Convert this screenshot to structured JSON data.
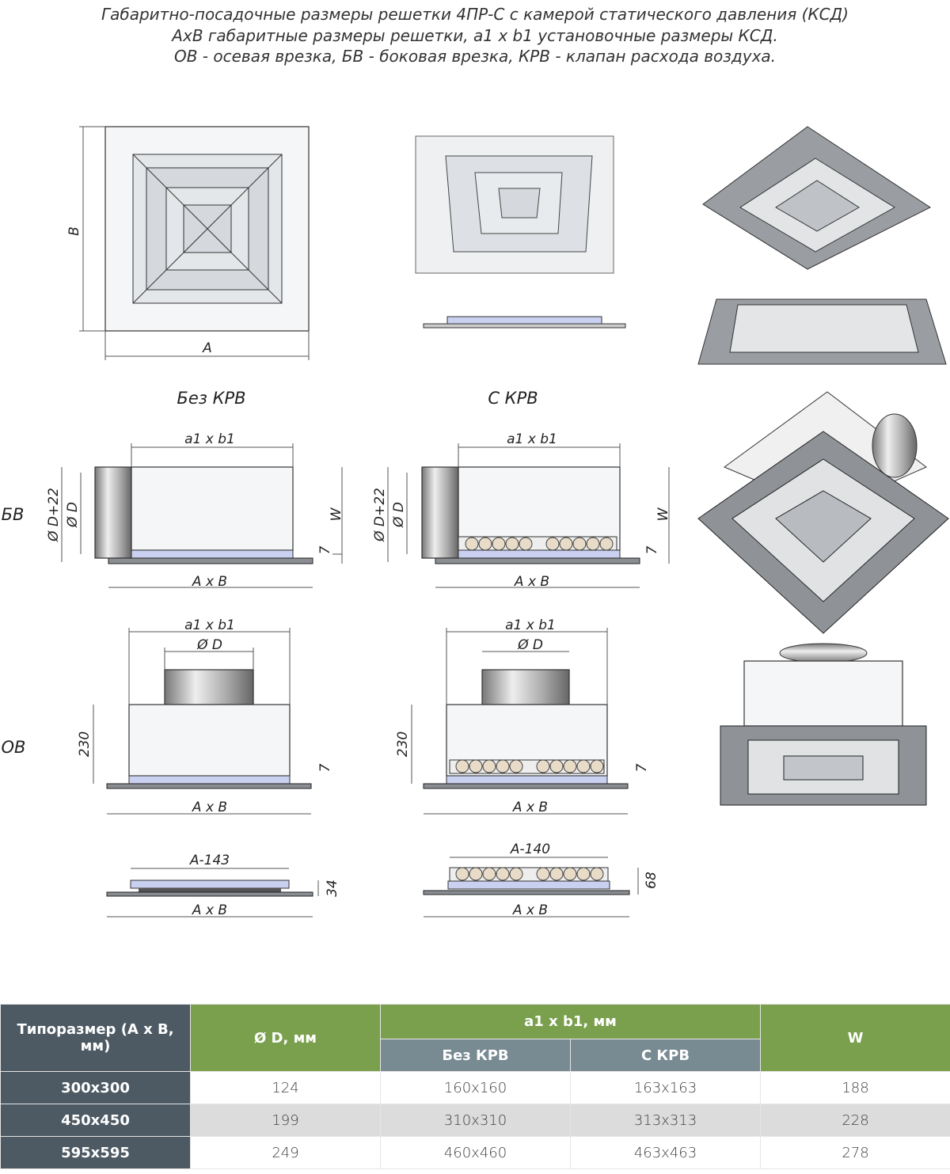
{
  "header": {
    "line1": "Габаритно-посадочные размеры решетки 4ПР-С с камерой статического давления (КСД)",
    "line2": "AxB габаритные размеры решетки, a1 x b1 установочные размеры КСД.",
    "line3": "ОВ - осевая врезка, БВ - боковая врезка, КРВ - клапан расхода воздуха."
  },
  "top_view": {
    "dim_a": "A",
    "dim_b": "B"
  },
  "columns": {
    "without_krv": "Без КРВ",
    "with_krv": "С КРВ"
  },
  "rows": {
    "bv": "БВ",
    "ov": "ОВ"
  },
  "bv_without": {
    "a1b1": "a1 x b1",
    "d22": "Ø D+22",
    "d": "Ø D",
    "w": "W",
    "seven": "7",
    "axb": "A x B"
  },
  "bv_with": {
    "a1b1": "a1 x b1",
    "d22": "Ø D+22",
    "d": "Ø D",
    "w": "W",
    "seven": "7",
    "axb": "A x B"
  },
  "ov_without": {
    "a1b1": "a1 x b1",
    "d": "Ø D",
    "h": "230",
    "seven": "7",
    "axb": "A x B"
  },
  "ov_with": {
    "a1b1": "a1 x b1",
    "d": "Ø D",
    "h": "230",
    "seven": "7",
    "axb": "A x B"
  },
  "flat_without": {
    "inner": "A-143",
    "h": "34",
    "axb": "A x B"
  },
  "flat_with": {
    "inner": "A-140",
    "h": "68",
    "axb": "A x B"
  },
  "table": {
    "headers": {
      "size": "Типоразмер (A x B, мм)",
      "d": "Ø D, мм",
      "a1b1": "a1 x b1, мм",
      "without": "Без КРВ",
      "with": "С КРВ",
      "w": "W"
    },
    "rows": [
      {
        "size": "300x300",
        "d": "124",
        "without": "160x160",
        "with": "163x163",
        "w": "188"
      },
      {
        "size": "450x450",
        "d": "199",
        "without": "310x310",
        "with": "313x313",
        "w": "228"
      },
      {
        "size": "595x595",
        "d": "249",
        "without": "460x460",
        "with": "463x463",
        "w": "278"
      }
    ]
  }
}
